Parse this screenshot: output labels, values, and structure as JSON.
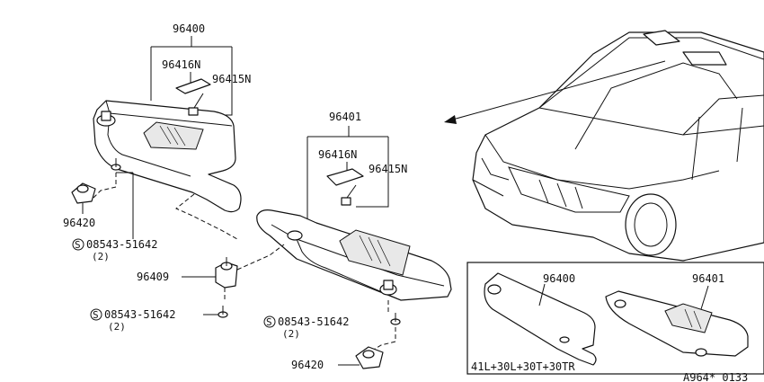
{
  "parts": {
    "visor_lh_top": "96400",
    "mirror_lid_lh": "96416N",
    "clip_lh": "96415N",
    "visor_rh_top": "96401",
    "mirror_lid_rh": "96416N",
    "clip_rh": "96415N",
    "bracket_left": "96420",
    "bracket_bottom": "96420",
    "holder_center": "96409",
    "screw_1": "08543-51642",
    "screw_1_qty": "(2)",
    "screw_2": "08543-51642",
    "screw_2_qty": "(2)",
    "screw_3": "08543-51642",
    "screw_3_qty": "(2)",
    "screw_symbol": "S"
  },
  "inset": {
    "visor_lh": "96400",
    "visor_rh": "96401",
    "note": "41L+30L+30T+30TR"
  },
  "diagram_code": "A964* 0133"
}
